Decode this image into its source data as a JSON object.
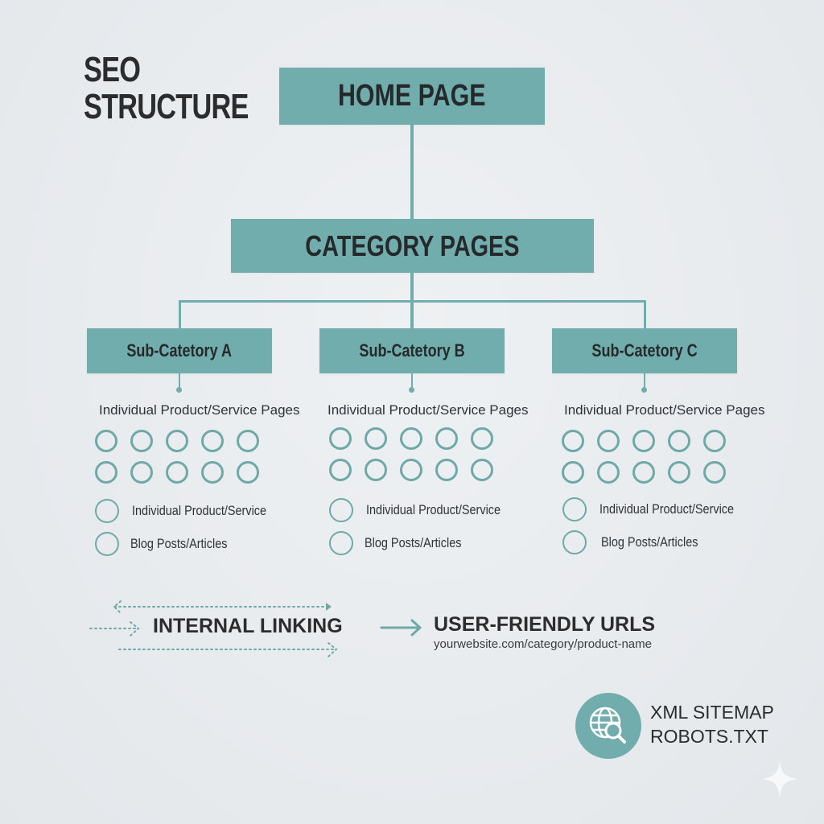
{
  "title": {
    "line1": "SEO",
    "line2": "STRUCTURE"
  },
  "home": {
    "label": "HOME PAGE"
  },
  "category": {
    "label": "CATEGORY PAGES"
  },
  "subcategories": [
    {
      "label": "Sub-Catetory A",
      "pages_label": "Individual Product/Service Pages",
      "circle_count": 10,
      "items": [
        "Individual Product/Service",
        "Blog Posts/Articles"
      ]
    },
    {
      "label": "Sub-Catetory B",
      "pages_label": "Individual Product/Service Pages",
      "circle_count": 10,
      "items": [
        "Individual Product/Service",
        "Blog Posts/Articles"
      ]
    },
    {
      "label": "Sub-Catetory C",
      "pages_label": "Individual Product/Service Pages",
      "circle_count": 10,
      "items": [
        "Individual Product/Service",
        "Blog Posts/Articles"
      ]
    }
  ],
  "internal_linking": {
    "label": "INTERNAL LINKING"
  },
  "urls": {
    "label": "USER-FRIENDLY URLS",
    "example": "yourwebsite.com/category/product-name"
  },
  "sitemap": {
    "line1": "XML SITEMAP",
    "line2": "ROBOTS.TXT",
    "icon": "globe-search-icon"
  },
  "colors": {
    "accent": "#72adad",
    "text": "#2a2c2e",
    "background": "#e9ecef"
  }
}
